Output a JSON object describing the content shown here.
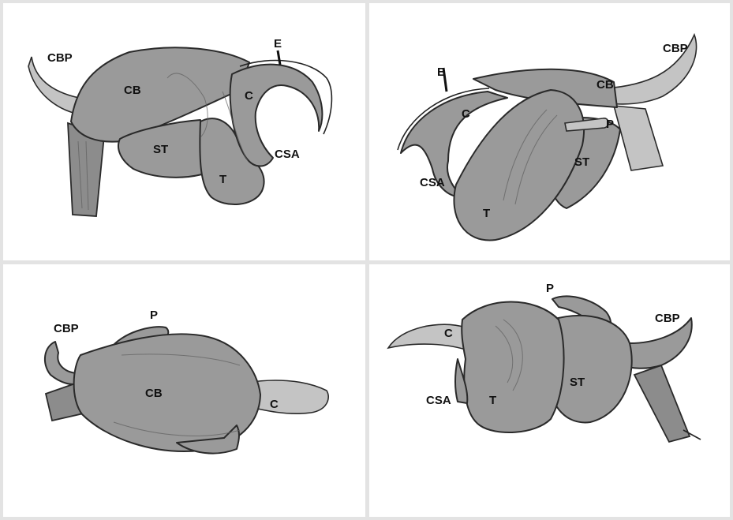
{
  "panels": [
    {
      "labels": {
        "cbp": "CBP",
        "e": "E",
        "cb": "CB",
        "c": "C",
        "st": "ST",
        "csa": "CSA",
        "t": "T"
      }
    },
    {
      "labels": {
        "cbp": "CBP",
        "e": "E",
        "cb": "CB",
        "c": "C",
        "p": "P",
        "st": "ST",
        "csa": "CSA",
        "t": "T"
      }
    },
    {
      "labels": {
        "cbp": "CBP",
        "p": "P",
        "cb": "CB",
        "c": "C"
      }
    },
    {
      "labels": {
        "p": "P",
        "cbp": "CBP",
        "c": "C",
        "st": "ST",
        "csa": "CSA",
        "t": "T"
      }
    }
  ],
  "colors": {
    "outline": "#2a2a2a",
    "body": "#9a9a9a",
    "light": "#c4c4c4",
    "divider": "#e3e3e3"
  }
}
